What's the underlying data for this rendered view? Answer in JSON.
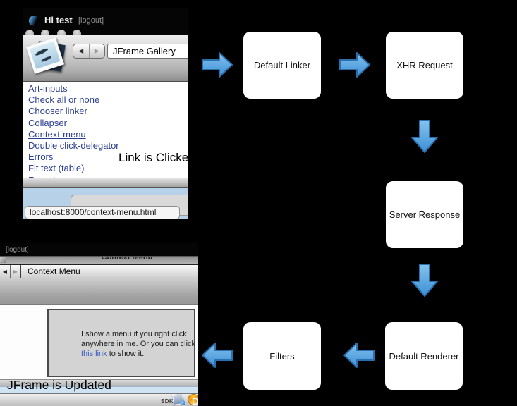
{
  "colors": {
    "background": "#000000",
    "arrow_fill_light": "#85c3ee",
    "arrow_fill_dark": "#3c8fd5",
    "arrow_border": "#2a6fae",
    "link_blue": "#2b3f92",
    "inline_link_blue": "#3a5bc0",
    "bottom_blue_bar": "#cfe3f3",
    "flow_box_bg": "#ffffff"
  },
  "icons": {
    "back_glyph": "◀",
    "forward_glyph": "▶"
  },
  "flow": {
    "boxes": [
      {
        "label": "Default Linker"
      },
      {
        "label": "XHR Request"
      },
      {
        "label": "Server Response"
      },
      {
        "label": "Default Renderer"
      },
      {
        "label": "Filters"
      }
    ]
  },
  "browser_top": {
    "title": "Hi test",
    "logout": "[logout]",
    "location_field": "JFrame Gallery",
    "links": [
      "Art-inputs",
      "Check all or none",
      "Chooser linker",
      "Collapser",
      "Context-menu",
      "Double click-delegator",
      "Errors",
      "Fit text (table)",
      "Fit text"
    ],
    "annotation": "Link is Clicked",
    "status_url": "localhost:8000/context-menu.html"
  },
  "browser_bottom": {
    "logout": "[logout]",
    "window_title": "Context Menu",
    "location_field": "Context Menu",
    "demo_line1": "I show a menu if you right click",
    "demo_line2": "anywhere in me. Or you can click",
    "demo_link": "this link",
    "demo_line3_rest": " to show it.",
    "annotation": "JFrame is Updated",
    "statusbar_label": "SDK"
  }
}
